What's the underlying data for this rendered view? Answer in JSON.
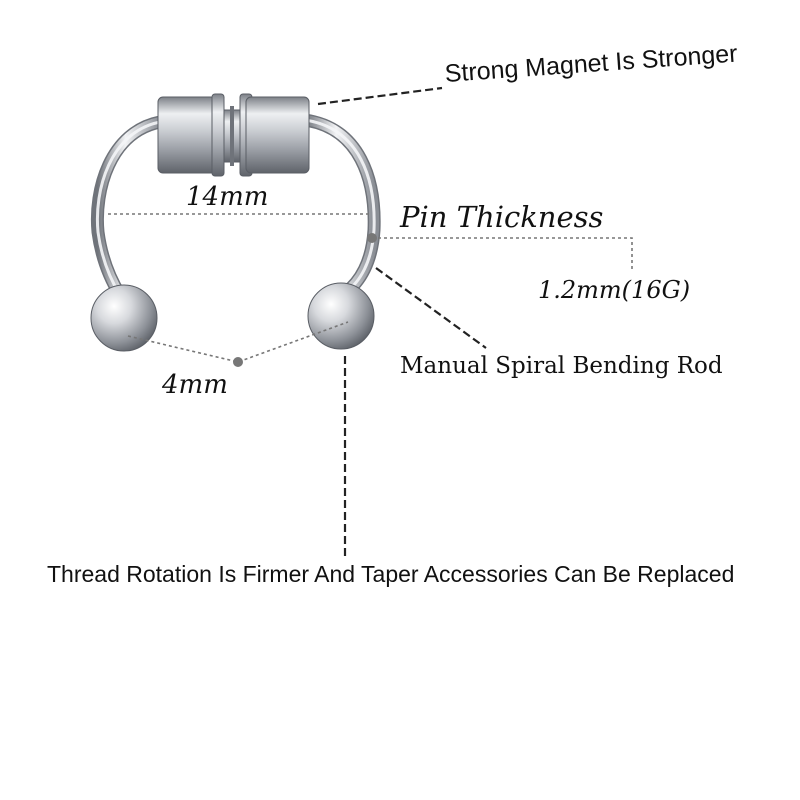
{
  "labels": {
    "magnet": "Strong Magnet Is Stronger",
    "width": "14mm",
    "pin_thickness": "Pin Thickness",
    "gauge": "1.2mm(16G)",
    "rod": "Manual Spiral Bending Rod",
    "ball": "4mm",
    "thread": "Thread Rotation Is Firmer And Taper Accessories Can Be Replaced"
  },
  "colors": {
    "text": "#111111",
    "metal_light": "#f2f3f5",
    "metal_mid": "#b9bcc2",
    "metal_dark": "#6f737a",
    "leader": "#222222",
    "dotted": "#777777"
  }
}
